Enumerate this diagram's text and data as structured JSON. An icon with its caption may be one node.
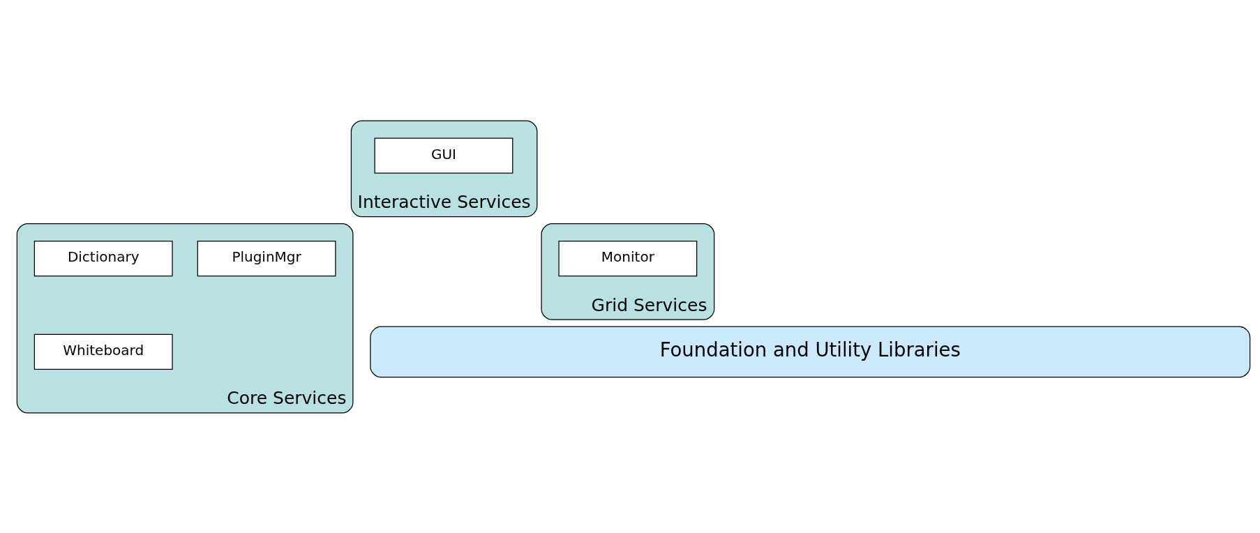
{
  "diagram": {
    "nodes": [
      {
        "text": [
          "Interactive Services"
        ]
      },
      {
        "text": [
          "GUI"
        ],
        "in": 0
      },
      {
        "text": [
          "Core Services"
        ]
      },
      {
        "text": [
          "Dictionary"
        ],
        "in": 2
      },
      {
        "text": [
          "PluginMgr"
        ],
        "in": 2
      },
      {
        "text": [
          "Whiteboard"
        ],
        "in": 2
      },
      {
        "text": [
          "Grid Services"
        ]
      },
      {
        "text": [
          "Monitor"
        ],
        "in": 6
      },
      {
        "text": [
          "Foundation and Utility Libraries"
        ]
      }
    ]
  }
}
